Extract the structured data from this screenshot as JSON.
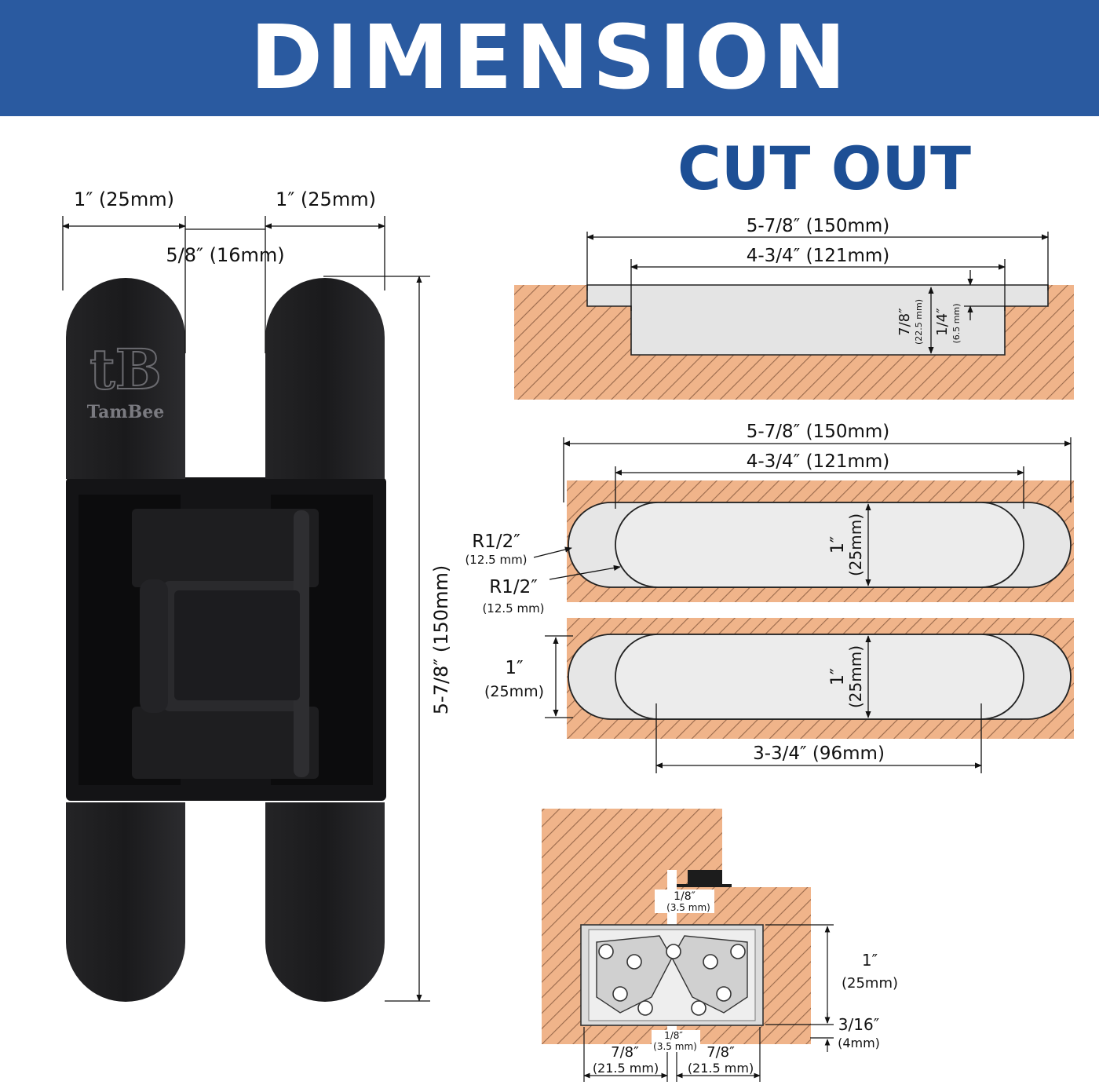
{
  "header": {
    "title": "DIMENSION"
  },
  "cutout": {
    "title": "CUT OUT"
  },
  "brand": {
    "monogram": "tB",
    "name": "TamBee"
  },
  "hinge_dims": {
    "leaf_width_left": "1″ (25mm)",
    "leaf_width_right": "1″ (25mm)",
    "gap": "5/8″ (16mm)",
    "length": "5-7/8″ (150mm)"
  },
  "top_section": {
    "outer": "5-7/8″ (150mm)",
    "inner": "4-3/4″ (121mm)",
    "depth_a_in": "7/8″",
    "depth_a_mm": "(22.5 mm)",
    "depth_b_in": "1/4″",
    "depth_b_mm": "(6.5 mm)"
  },
  "middle_section": {
    "outer": "5-7/8″ (150mm)",
    "inner": "4-3/4″ (121mm)",
    "radius_outer_in": "R1/2″",
    "radius_outer_mm": "(12.5 mm)",
    "radius_inner_in": "R1/2″",
    "radius_inner_mm": "(12.5 mm)",
    "height_in": "1″",
    "height_mm": "(25mm)"
  },
  "lower_section": {
    "left_in": "1″",
    "left_mm": "(25mm)",
    "height_in": "1″",
    "height_mm": "(25mm)",
    "spacing": "3-3/4″ (96mm)"
  },
  "install_section": {
    "gap_top_in": "1/8″",
    "gap_top_mm": "(3.5 mm)",
    "height_in": "1″",
    "height_mm": "(25mm)",
    "offset_in": "3/16″",
    "offset_mm": "(4mm)",
    "gap_bottom_in": "1/8″",
    "gap_bottom_mm": "(3.5 mm)",
    "left_in": "7/8″",
    "left_mm": "(21.5 mm)",
    "right_in": "7/8″",
    "right_mm": "(21.5 mm)"
  },
  "colors": {
    "banner": "#2a5aa0",
    "accent_text": "#1d4f95",
    "wood": "#f0b48a",
    "hatch": "#9a6a4c",
    "hinge": "#1b1b1d",
    "cutout": "#e4e4e4"
  }
}
